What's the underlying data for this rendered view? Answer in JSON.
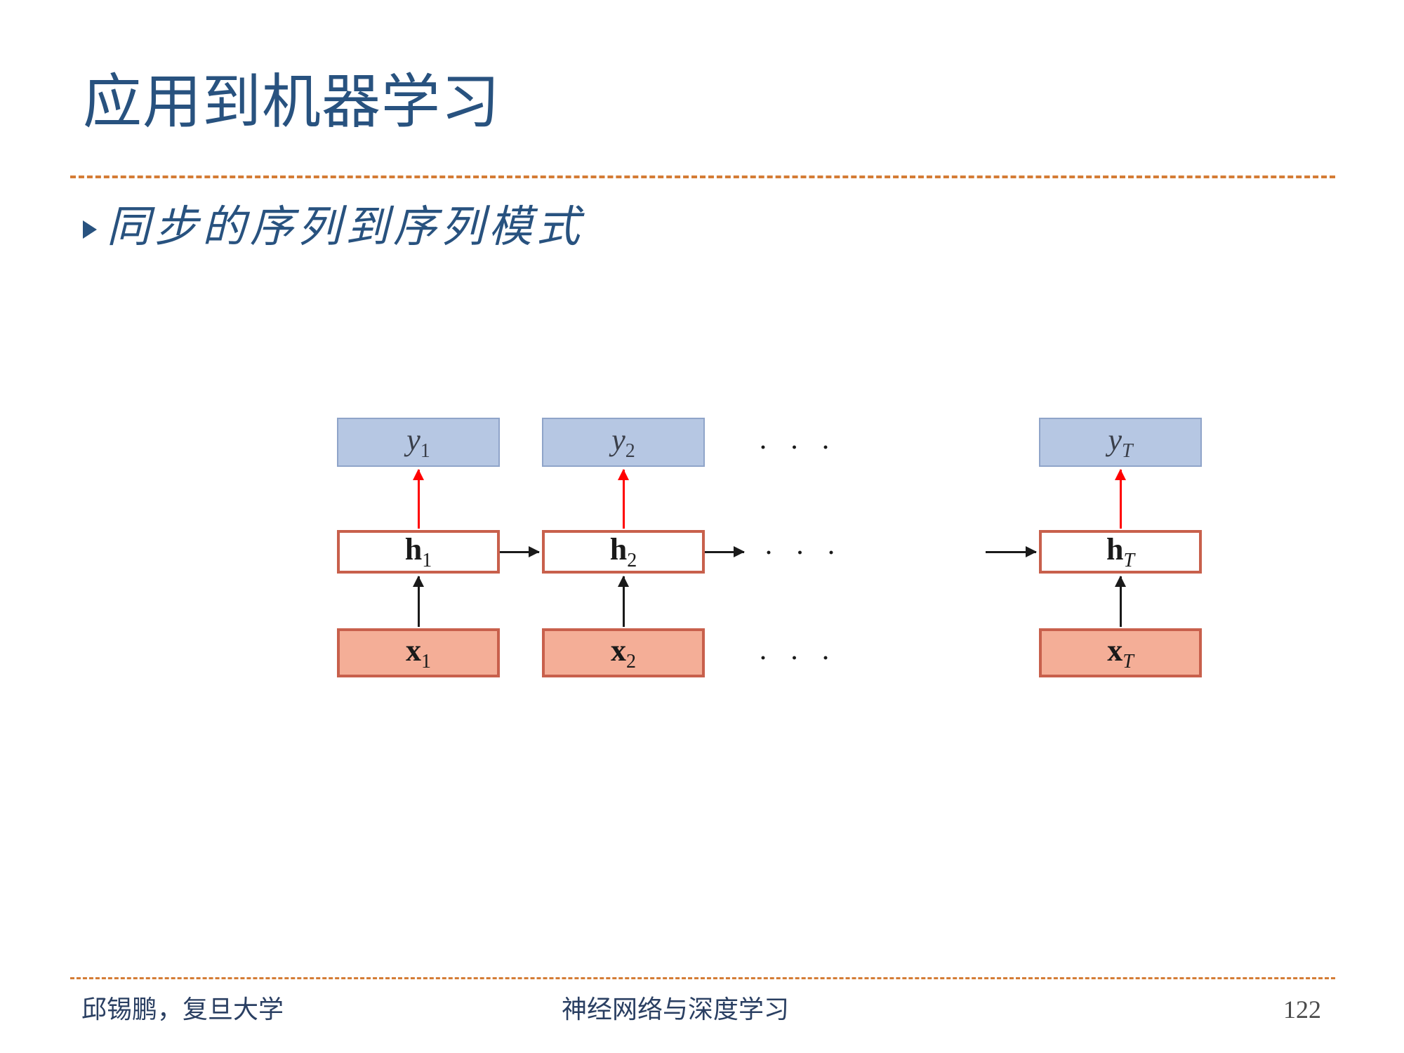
{
  "slide": {
    "title": "应用到机器学习",
    "bullet_marker_icon": "triangle-right-icon",
    "bullet_text": "同步的序列到序列模式",
    "title_color": "#28527F",
    "rule_color": "#D2762B",
    "accent_red": "#FF0000",
    "accent_orange": "#C8604C"
  },
  "diagram": {
    "type": "rnn-synchronous-seq2seq",
    "columns": [
      {
        "index": "1",
        "output": {
          "base": "y",
          "sub": "1",
          "label": "y1"
        },
        "hidden": {
          "base": "h",
          "sub": "1",
          "label": "h1"
        },
        "input": {
          "base": "x",
          "sub": "1",
          "label": "x1"
        }
      },
      {
        "index": "2",
        "output": {
          "base": "y",
          "sub": "2",
          "label": "y2"
        },
        "hidden": {
          "base": "h",
          "sub": "2",
          "label": "h2"
        },
        "input": {
          "base": "x",
          "sub": "2",
          "label": "x2"
        }
      },
      {
        "index": "T",
        "output": {
          "base": "y",
          "sub": "T",
          "label": "yT"
        },
        "hidden": {
          "base": "h",
          "sub": "T",
          "label": "hT"
        },
        "input": {
          "base": "x",
          "sub": "T",
          "label": "xT"
        }
      }
    ],
    "ellipsis": "· · ·",
    "colors": {
      "output_fill": "#B6C7E3",
      "output_border": "#8FA4C9",
      "hidden_fill": "#FFFFFF",
      "hidden_border": "#C8604C",
      "input_fill": "#F4AE97",
      "input_border": "#C8604C",
      "output_arrow": "#FF0000",
      "input_arrow": "#1A1A1A",
      "recurrent_arrow": "#1A1A1A"
    }
  },
  "footer": {
    "left": "邱锡鹏，复旦大学",
    "center": "神经网络与深度学习",
    "page": "122"
  }
}
